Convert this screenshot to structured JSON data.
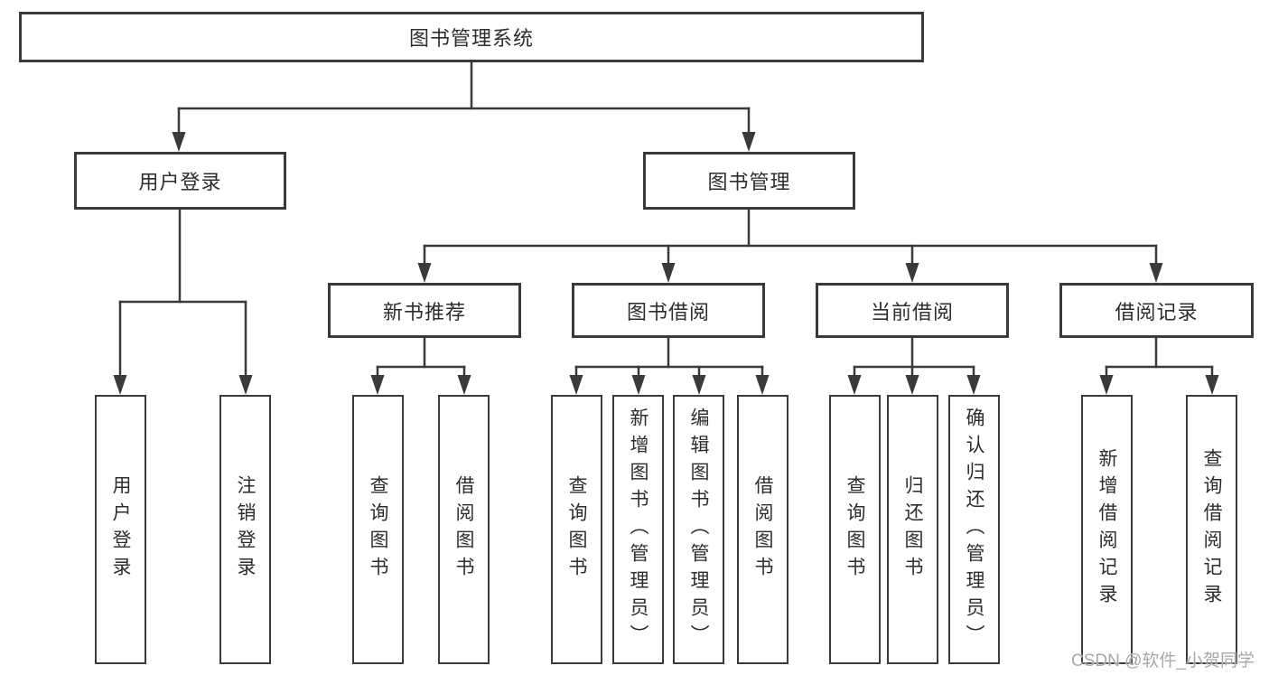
{
  "diagram": {
    "root": {
      "label": "图书管理系统"
    },
    "level2": [
      {
        "label": "用户登录"
      },
      {
        "label": "图书管理"
      }
    ],
    "level3": [
      {
        "label": "新书推荐"
      },
      {
        "label": "图书借阅"
      },
      {
        "label": "当前借阅"
      },
      {
        "label": "借阅记录"
      }
    ],
    "leaves": [
      {
        "label": "用户登录"
      },
      {
        "label": "注销登录"
      },
      {
        "label": "查询图书"
      },
      {
        "label": "借阅图书"
      },
      {
        "label": "查询图书"
      },
      {
        "label": "新增图书（管理员）"
      },
      {
        "label": "编辑图书（管理员）"
      },
      {
        "label": "借阅图书"
      },
      {
        "label": "查询图书"
      },
      {
        "label": "归还图书"
      },
      {
        "label": "确认归还（管理员）"
      },
      {
        "label": "新增借阅记录"
      },
      {
        "label": "查询借阅记录"
      }
    ],
    "watermark": "CSDN @软件_小贺同学",
    "colors": {
      "line": "#3a3a3a",
      "text": "#2d2d2d",
      "watermark": "#a8a8a8",
      "background": "#ffffff"
    }
  }
}
